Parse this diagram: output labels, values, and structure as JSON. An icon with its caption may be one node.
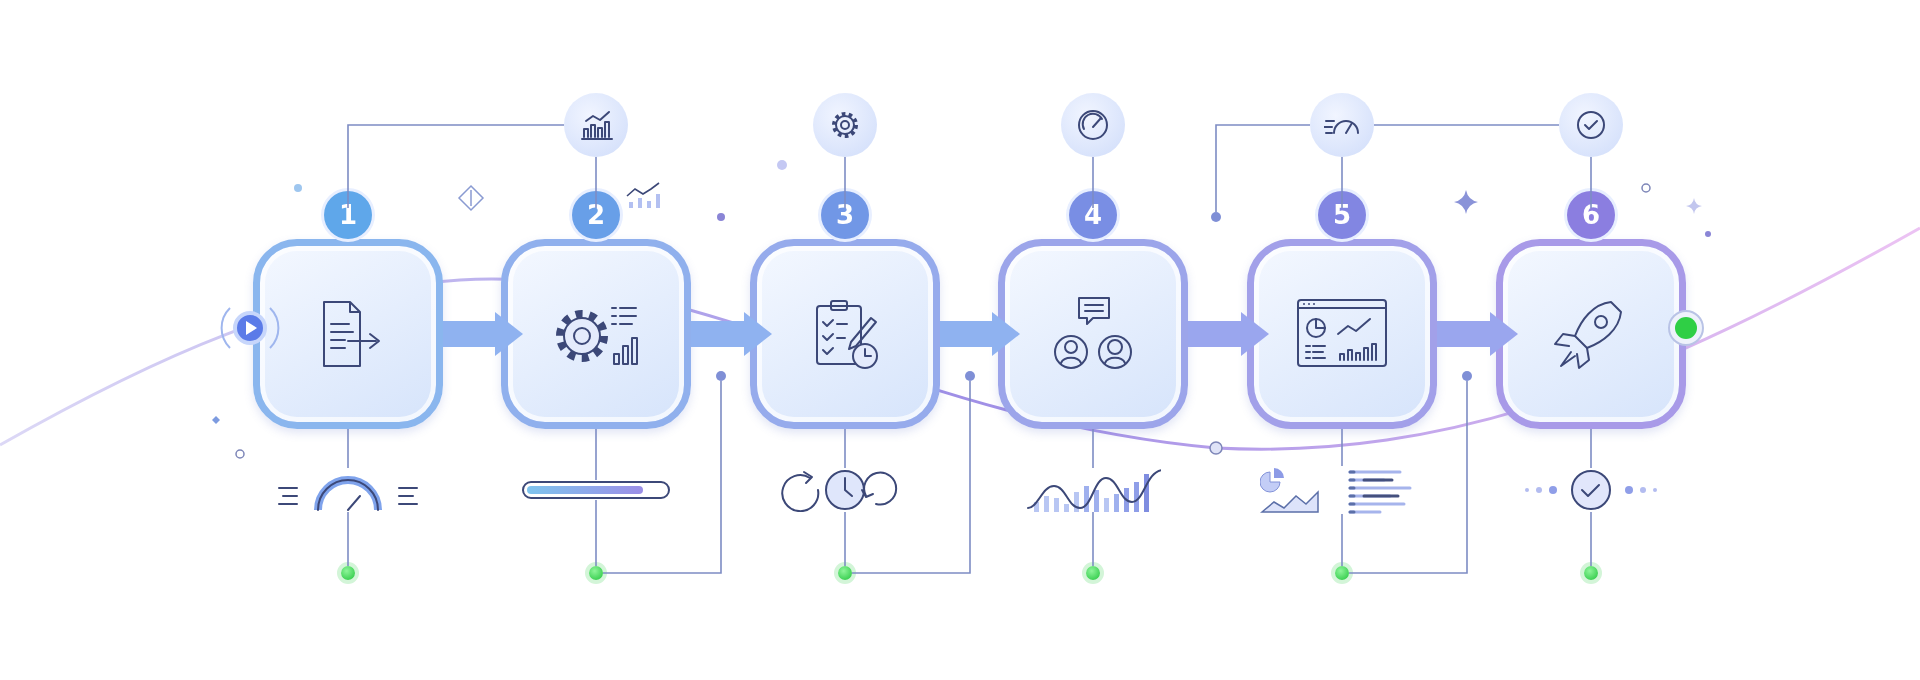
{
  "diagram": {
    "nodes": [
      {
        "text": [
          "1"
        ]
      },
      {
        "text": [
          "2"
        ]
      },
      {
        "text": [
          "3"
        ]
      },
      {
        "text": [
          "4"
        ]
      },
      {
        "text": [
          "5"
        ]
      },
      {
        "text": [
          "6"
        ]
      },
      {
        "text": [],
        "shape": "circle"
      },
      {
        "text": [],
        "shape": "circle"
      },
      {
        "text": [],
        "shape": "circle"
      },
      {
        "text": [],
        "shape": "circle"
      },
      {
        "text": [],
        "shape": "circle"
      },
      {
        "text": [],
        "shape": "picture"
      },
      {
        "text": [],
        "shape": "picture"
      },
      {
        "text": [],
        "shape": "picture"
      },
      {
        "text": [],
        "shape": "picture"
      },
      {
        "text": [],
        "shape": "picture"
      },
      {
        "text": [],
        "shape": "picture"
      },
      {
        "text": [],
        "shape": "circle"
      },
      {
        "text": [],
        "shape": "circle"
      },
      {
        "text": [],
        "shape": "circle"
      },
      {
        "text": [],
        "shape": "circle"
      },
      {
        "text": [],
        "shape": "circle"
      },
      {
        "text": [],
        "shape": "circle"
      },
      {
        "text": [],
        "shape": "circle"
      },
      {
        "text": [],
        "shape": "circle"
      },
      {
        "text": [],
        "shape": "circle"
      },
      {
        "text": [],
        "shape": "circle"
      }
    ],
    "edges": [
      {
        "from": 0,
        "to": 1,
        "arrow": "to",
        "style": "thick",
        "color": "#8fb2f0"
      },
      {
        "from": 1,
        "to": 2,
        "arrow": "to",
        "style": "thick",
        "color": "#8fb2f0"
      },
      {
        "from": 2,
        "to": 3,
        "arrow": "to",
        "style": "thick",
        "color": "#8fb2f0"
      },
      {
        "from": 3,
        "to": 4,
        "arrow": "to",
        "style": "thick",
        "color": "#9aa6ee"
      },
      {
        "from": 4,
        "to": 5,
        "arrow": "to",
        "style": "thick",
        "color": "#9aa6ee"
      },
      {
        "from": 6,
        "to": 1,
        "arrow": "none"
      },
      {
        "from": 7,
        "to": 2,
        "arrow": "none"
      },
      {
        "from": 8,
        "to": 3,
        "arrow": "none"
      },
      {
        "from": 9,
        "to": 4,
        "arrow": "none"
      },
      {
        "from": 10,
        "to": 5,
        "arrow": "none"
      },
      {
        "from": 0,
        "to": 6,
        "arrow": "none"
      },
      {
        "from": 9,
        "to": 26,
        "arrow": "none"
      },
      {
        "from": 9,
        "to": 10,
        "arrow": "none"
      },
      {
        "from": 0,
        "to": 11,
        "arrow": "none"
      },
      {
        "from": 1,
        "to": 12,
        "arrow": "none"
      },
      {
        "from": 2,
        "to": 13,
        "arrow": "none"
      },
      {
        "from": 3,
        "to": 14,
        "arrow": "none"
      },
      {
        "from": 4,
        "to": 15,
        "arrow": "none"
      },
      {
        "from": 5,
        "to": 16,
        "arrow": "none"
      },
      {
        "from": 11,
        "to": 17,
        "arrow": "none"
      },
      {
        "from": 12,
        "to": 18,
        "arrow": "none"
      },
      {
        "from": 13,
        "to": 19,
        "arrow": "none"
      },
      {
        "from": 14,
        "to": 20,
        "arrow": "none"
      },
      {
        "from": 15,
        "to": 21,
        "arrow": "none"
      },
      {
        "from": 16,
        "to": 22,
        "arrow": "none"
      },
      {
        "from": 23,
        "to": 18,
        "arrow": "none"
      },
      {
        "from": 24,
        "to": 19,
        "arrow": "none"
      },
      {
        "from": 25,
        "to": 21,
        "arrow": "none"
      }
    ]
  }
}
